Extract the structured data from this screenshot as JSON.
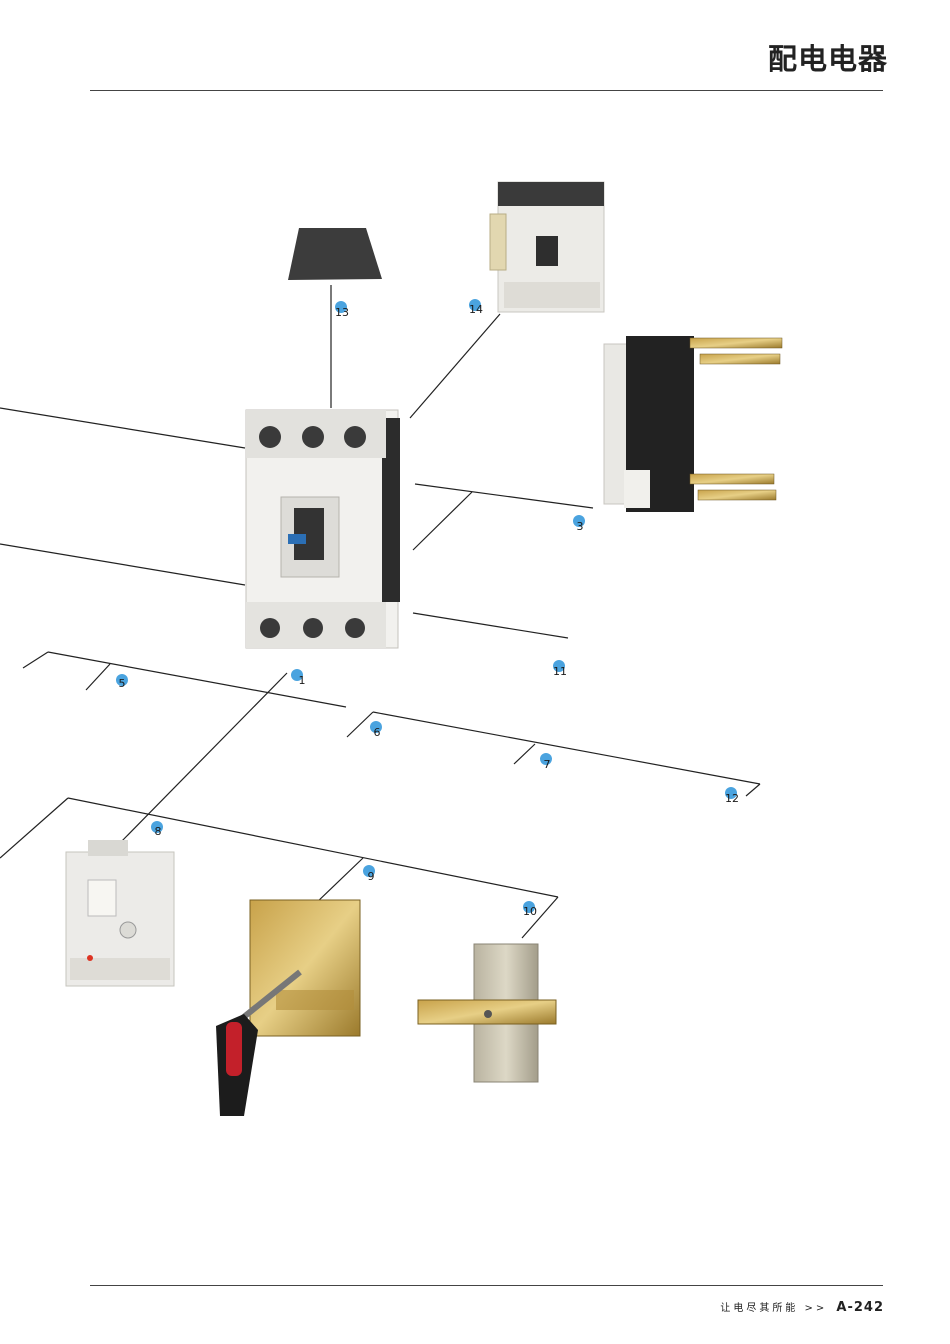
{
  "header": {
    "title": "配电电器"
  },
  "footer": {
    "slogan": "让电尽其所能 >>",
    "page_number": "A-242"
  },
  "callouts": [
    "1",
    "3",
    "5",
    "6",
    "7",
    "8",
    "9",
    "10",
    "11",
    "12",
    "13",
    "14"
  ],
  "colors": {
    "callout_dot": "#4aa3df",
    "line": "#222222",
    "rule": "#444444"
  }
}
